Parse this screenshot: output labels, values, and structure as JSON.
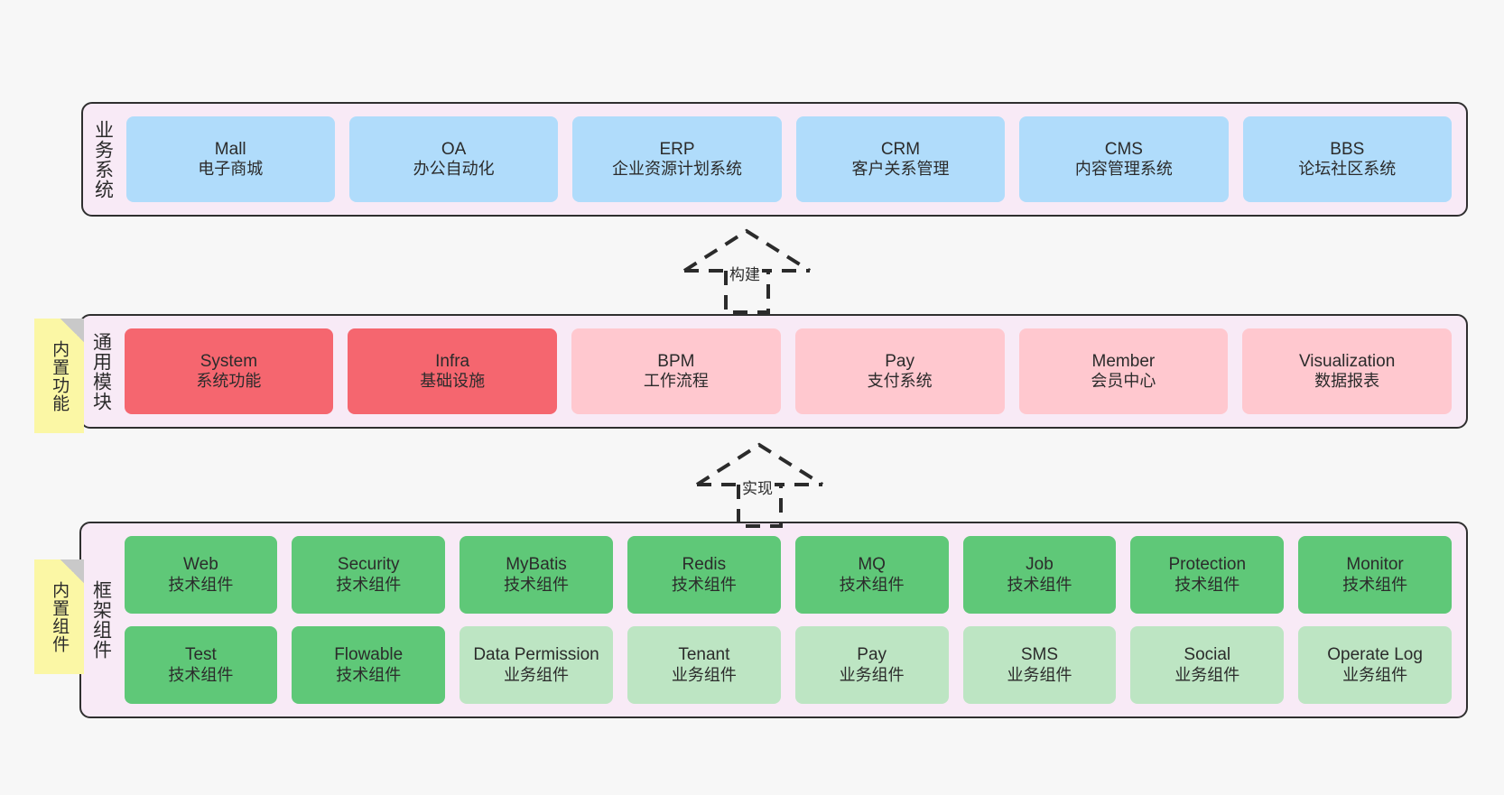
{
  "palette": {
    "canvas_bg": "#f7f7f7",
    "layer_bg": "#f8eaf6",
    "layer_border": "#2f2f2f",
    "blue": "#b0dcfb",
    "red": "#f5666f",
    "pink": "#ffc8cf",
    "green": "#5fc878",
    "light_green": "#bde5c3",
    "sticky_yellow": "#fbf7a5",
    "text": "#2b2b2b"
  },
  "layers": [
    {
      "id": "business-systems",
      "title": "业务系统",
      "cards": [
        {
          "name": "Mall",
          "sub": "电子商城",
          "color": "blue"
        },
        {
          "name": "OA",
          "sub": "办公自动化",
          "color": "blue"
        },
        {
          "name": "ERP",
          "sub": "企业资源计划系统",
          "color": "blue"
        },
        {
          "name": "CRM",
          "sub": "客户关系管理",
          "color": "blue"
        },
        {
          "name": "CMS",
          "sub": "内容管理系统",
          "color": "blue"
        },
        {
          "name": "BBS",
          "sub": "论坛社区系统",
          "color": "blue"
        }
      ]
    },
    {
      "id": "common-modules",
      "title": "通用模块",
      "sticky": "内置功能",
      "cards": [
        {
          "name": "System",
          "sub": "系统功能",
          "color": "red"
        },
        {
          "name": "Infra",
          "sub": "基础设施",
          "color": "red"
        },
        {
          "name": "BPM",
          "sub": "工作流程",
          "color": "pink"
        },
        {
          "name": "Pay",
          "sub": "支付系统",
          "color": "pink"
        },
        {
          "name": "Member",
          "sub": "会员中心",
          "color": "pink"
        },
        {
          "name": "Visualization",
          "sub": "数据报表",
          "color": "pink"
        }
      ]
    },
    {
      "id": "framework-components",
      "title": "框架组件",
      "sticky": "内置组件",
      "cards": [
        {
          "name": "Web",
          "sub": "技术组件",
          "color": "green"
        },
        {
          "name": "Security",
          "sub": "技术组件",
          "color": "green"
        },
        {
          "name": "MyBatis",
          "sub": "技术组件",
          "color": "green"
        },
        {
          "name": "Redis",
          "sub": "技术组件",
          "color": "green"
        },
        {
          "name": "MQ",
          "sub": "技术组件",
          "color": "green"
        },
        {
          "name": "Job",
          "sub": "技术组件",
          "color": "green"
        },
        {
          "name": "Protection",
          "sub": "技术组件",
          "color": "green"
        },
        {
          "name": "Monitor",
          "sub": "技术组件",
          "color": "green"
        },
        {
          "name": "Test",
          "sub": "技术组件",
          "color": "green"
        },
        {
          "name": "Flowable",
          "sub": "技术组件",
          "color": "green"
        },
        {
          "name": "Data Permission",
          "sub": "业务组件",
          "color": "light_green"
        },
        {
          "name": "Tenant",
          "sub": "业务组件",
          "color": "light_green"
        },
        {
          "name": "Pay",
          "sub": "业务组件",
          "color": "light_green"
        },
        {
          "name": "SMS",
          "sub": "业务组件",
          "color": "light_green"
        },
        {
          "name": "Social",
          "sub": "业务组件",
          "color": "light_green"
        },
        {
          "name": "Operate Log",
          "sub": "业务组件",
          "color": "light_green"
        }
      ]
    }
  ],
  "connectors": [
    {
      "id": "build",
      "label": "构建"
    },
    {
      "id": "implement",
      "label": "实现"
    }
  ]
}
